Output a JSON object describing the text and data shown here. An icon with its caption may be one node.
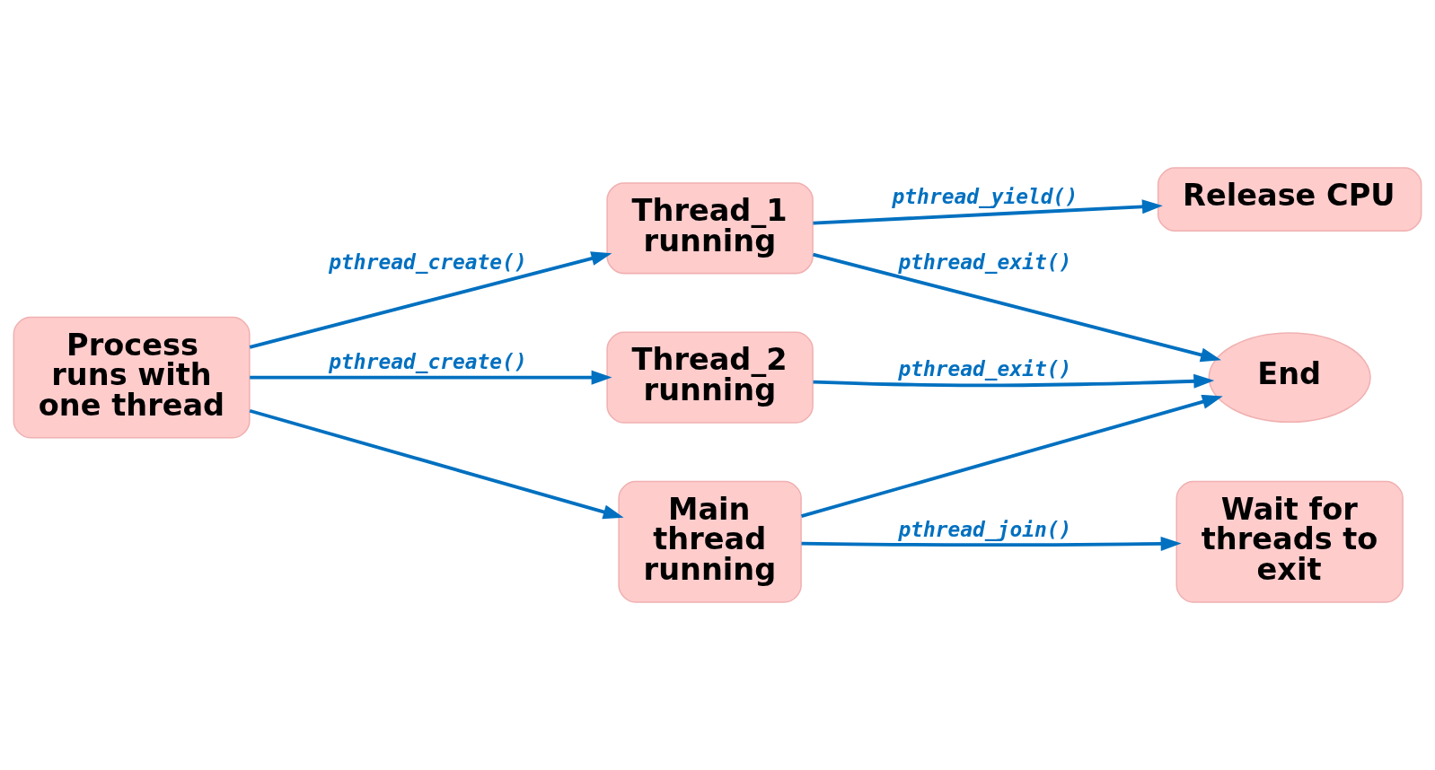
{
  "diagram": {
    "nodes": [
      {
        "text": [
          "Process runs with one thread"
        ]
      },
      {
        "text": [
          "Thread_1 running"
        ]
      },
      {
        "text": [
          "Release CPU"
        ]
      },
      {
        "text": [
          "Thread_2 running"
        ]
      },
      {
        "text": [
          "End"
        ]
      },
      {
        "text": [
          "Main thread running"
        ]
      },
      {
        "text": [
          "Wait for threads to exit"
        ]
      }
    ],
    "edges": [
      {
        "from": 0,
        "to": 1,
        "arrow": "to",
        "label": "pthread_create()"
      },
      {
        "from": 0,
        "to": 3,
        "arrow": "to",
        "label": "pthread_create()"
      },
      {
        "from": 0,
        "to": 5,
        "arrow": "to"
      },
      {
        "from": 1,
        "to": 2,
        "arrow": "to",
        "label": "pthread_yield()"
      },
      {
        "from": 1,
        "to": 4,
        "arrow": "to",
        "label": "pthread_exit()"
      },
      {
        "from": 3,
        "to": 4,
        "arrow": "to",
        "label": "pthread_exit()"
      },
      {
        "from": 5,
        "to": 4,
        "arrow": "to"
      },
      {
        "from": 5,
        "to": 6,
        "arrow": "to",
        "label": "pthread_join()"
      }
    ]
  }
}
